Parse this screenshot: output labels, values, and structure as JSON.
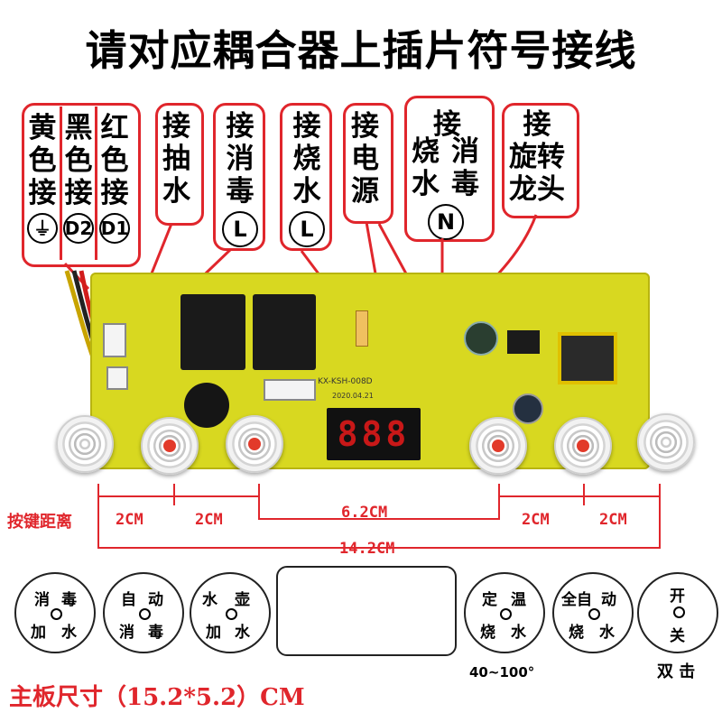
{
  "title": "请对应耦合器上插片符号接线",
  "labels": {
    "box1_col1": [
      "黄",
      "色",
      "接"
    ],
    "box1_col1_symbol": "⏚",
    "box1_col2": [
      "黑",
      "色",
      "接"
    ],
    "box1_col2_symbol": "D2",
    "box1_col3": [
      "红",
      "色",
      "接"
    ],
    "box1_col3_symbol": "D1",
    "pump": [
      "接",
      "抽",
      "水"
    ],
    "disinfect": [
      "接",
      "消",
      "毒"
    ],
    "disinfect_symbol": "L",
    "boil": [
      "接",
      "烧",
      "水"
    ],
    "boil_symbol": "L",
    "power": [
      "接",
      "电",
      "源"
    ],
    "boil_disinfect_top": "接",
    "boil_disinfect_left": [
      "烧",
      "水"
    ],
    "boil_disinfect_right": [
      "消",
      "毒"
    ],
    "boil_disinfect_symbol": "N",
    "faucet": [
      "接",
      "旋转",
      "龙头"
    ]
  },
  "board": {
    "display_text": "888",
    "silk_model": "KX-KSH-008D",
    "silk_date": "2020.04.21"
  },
  "dimensions": {
    "key_distance_label": "按键距离",
    "seg1": "2CM",
    "seg2": "2CM",
    "seg3": "6.2CM",
    "seg4": "2CM",
    "seg5": "2CM",
    "total": "14.2CM"
  },
  "buttons": [
    {
      "tl": "消",
      "tr": "毒",
      "bl": "加",
      "br": "水"
    },
    {
      "tl": "自",
      "tr": "动",
      "bl": "消",
      "br": "毒"
    },
    {
      "tl": "水",
      "tr": "壶",
      "bl": "加",
      "br": "水"
    },
    {
      "tl": "定",
      "tr": "温",
      "bl": "烧",
      "br": "水"
    },
    {
      "tl": "全自",
      "tr": "动",
      "bl": "烧",
      "br": "水"
    },
    {
      "tl": "开",
      "tr": "",
      "bl": "关",
      "br": ""
    }
  ],
  "range_label": "40~100°",
  "double_click_label": "双 击",
  "footer": "主板尺寸（15.2*5.2）CM",
  "colors": {
    "accent_red": "#e0262c",
    "board_yellow": "#d8d820"
  }
}
